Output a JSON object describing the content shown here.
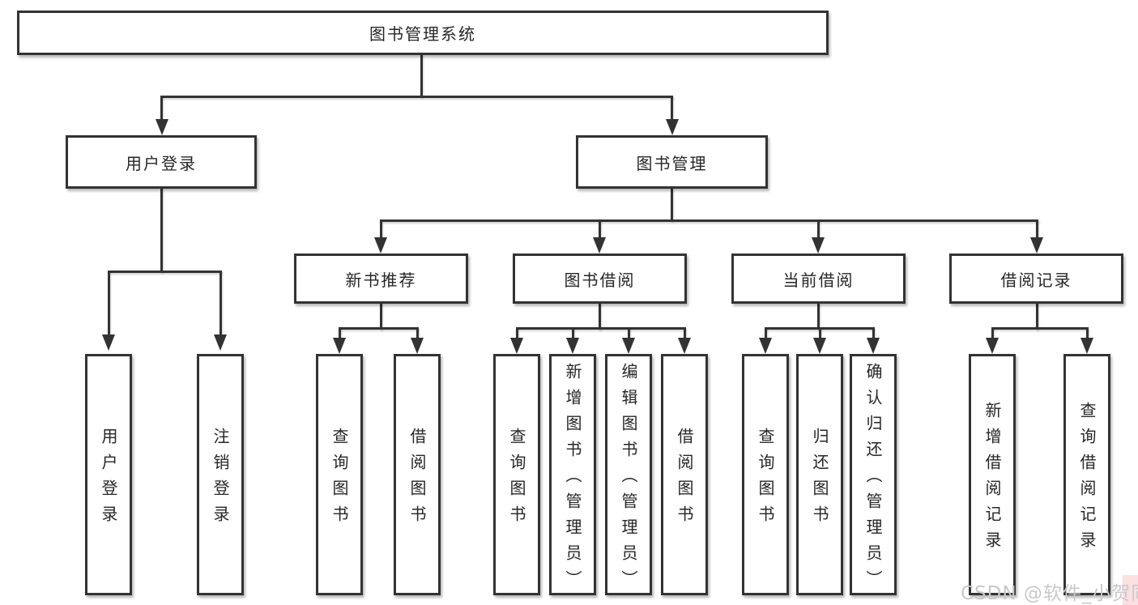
{
  "diagram": {
    "root": {
      "label": "图书管理系统"
    },
    "level1": [
      {
        "label": "用户登录"
      },
      {
        "label": "图书管理"
      }
    ],
    "level2": [
      {
        "label": "新书推荐"
      },
      {
        "label": "图书借阅"
      },
      {
        "label": "当前借阅"
      },
      {
        "label": "借阅记录"
      }
    ],
    "leaves": {
      "login": [
        {
          "label": "用户登录"
        },
        {
          "label": "注销登录"
        }
      ],
      "recommend": [
        {
          "label": "查询图书"
        },
        {
          "label": "借阅图书"
        }
      ],
      "borrow": [
        {
          "label": "查询图书"
        },
        {
          "label": "新增图书（管理员）"
        },
        {
          "label": "编辑图书（管理员）"
        },
        {
          "label": "借阅图书"
        }
      ],
      "current": [
        {
          "label": "查询图书"
        },
        {
          "label": "归还图书"
        },
        {
          "label": "确认归还（管理员）"
        }
      ],
      "records": [
        {
          "label": "新增借阅记录"
        },
        {
          "label": "查询借阅记录"
        }
      ]
    }
  },
  "watermark": {
    "text": "CSDN @软件_小贺同学"
  },
  "colors": {
    "line": "#333333",
    "text": "#262626",
    "box_fill": "#ffffff",
    "watermark": "#c8c8c8",
    "watermark_accent": "#e74054"
  }
}
